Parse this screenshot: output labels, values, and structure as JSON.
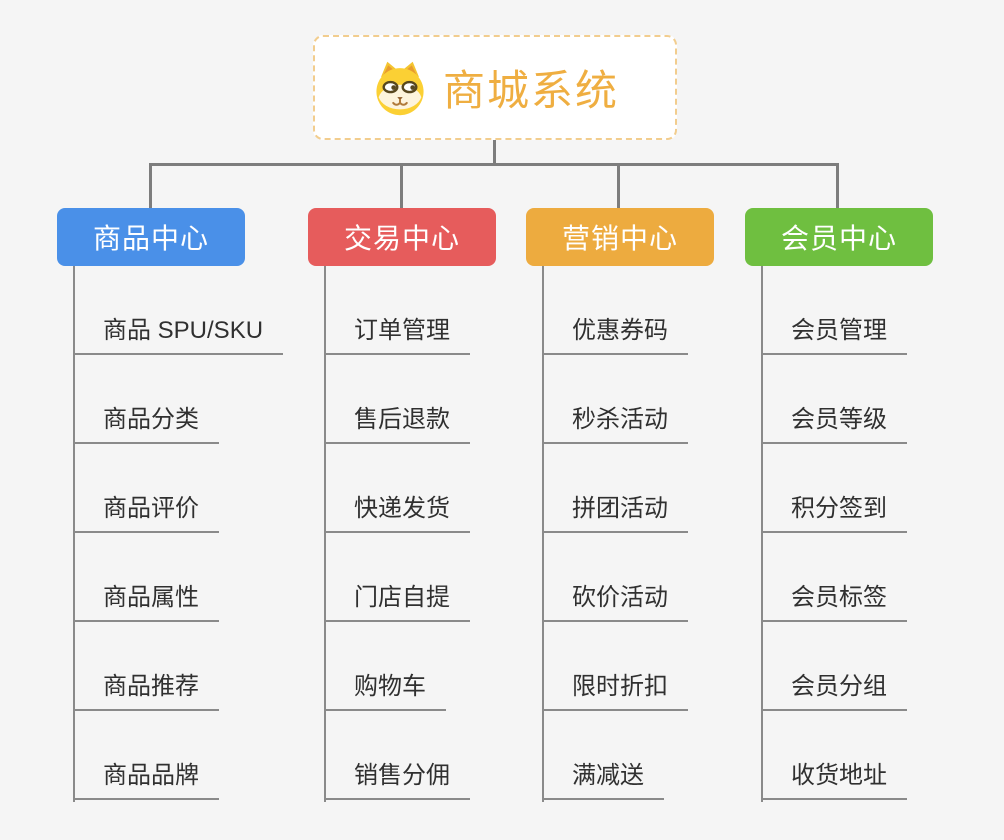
{
  "page": {
    "background_color": "#f5f5f5",
    "connector_color": "#7d7d7d",
    "child_line_color": "#8a8a8a",
    "child_text_color": "#303030"
  },
  "root": {
    "title": "商城系统",
    "icon": "dog-face-icon",
    "text_color": "#efae41",
    "border_color": "#f2cd8e",
    "background_color": "#ffffff"
  },
  "branches": [
    {
      "label": "商品中心",
      "color": "#4a90e8",
      "children": [
        "商品 SPU/SKU",
        "商品分类",
        "商品评价",
        "商品属性",
        "商品推荐",
        "商品品牌"
      ]
    },
    {
      "label": "交易中心",
      "color": "#e65c5c",
      "children": [
        "订单管理",
        "售后退款",
        "快递发货",
        "门店自提",
        "购物车",
        "销售分佣"
      ]
    },
    {
      "label": "营销中心",
      "color": "#edab3f",
      "children": [
        "优惠券码",
        "秒杀活动",
        "拼团活动",
        "砍价活动",
        "限时折扣",
        "满减送"
      ]
    },
    {
      "label": "会员中心",
      "color": "#6fbf40",
      "children": [
        "会员管理",
        "会员等级",
        "积分签到",
        "会员标签",
        "会员分组",
        "收货地址"
      ]
    }
  ]
}
